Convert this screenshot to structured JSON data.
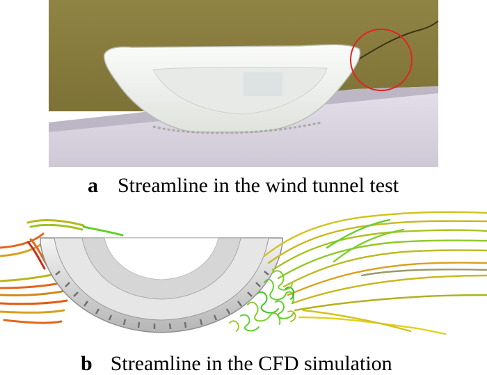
{
  "figure": {
    "panel_a": {
      "letter": "a",
      "caption": "Streamline in the wind tunnel test"
    },
    "panel_b": {
      "letter": "b",
      "caption": "Streamline in the CFD simulation"
    }
  },
  "colors": {
    "wall": "#8a7e3e",
    "floor": "#d9d3df",
    "model": "#f2f3f1",
    "highlight_circle": "#e02424",
    "smoke_line": "#3c3414",
    "stream_hot": "#e0661a",
    "stream_mid": "#c9b820",
    "stream_cool": "#5fd02a",
    "tire_grey": "#c8c8c8"
  },
  "icons": [
    "red-circle-highlight"
  ]
}
